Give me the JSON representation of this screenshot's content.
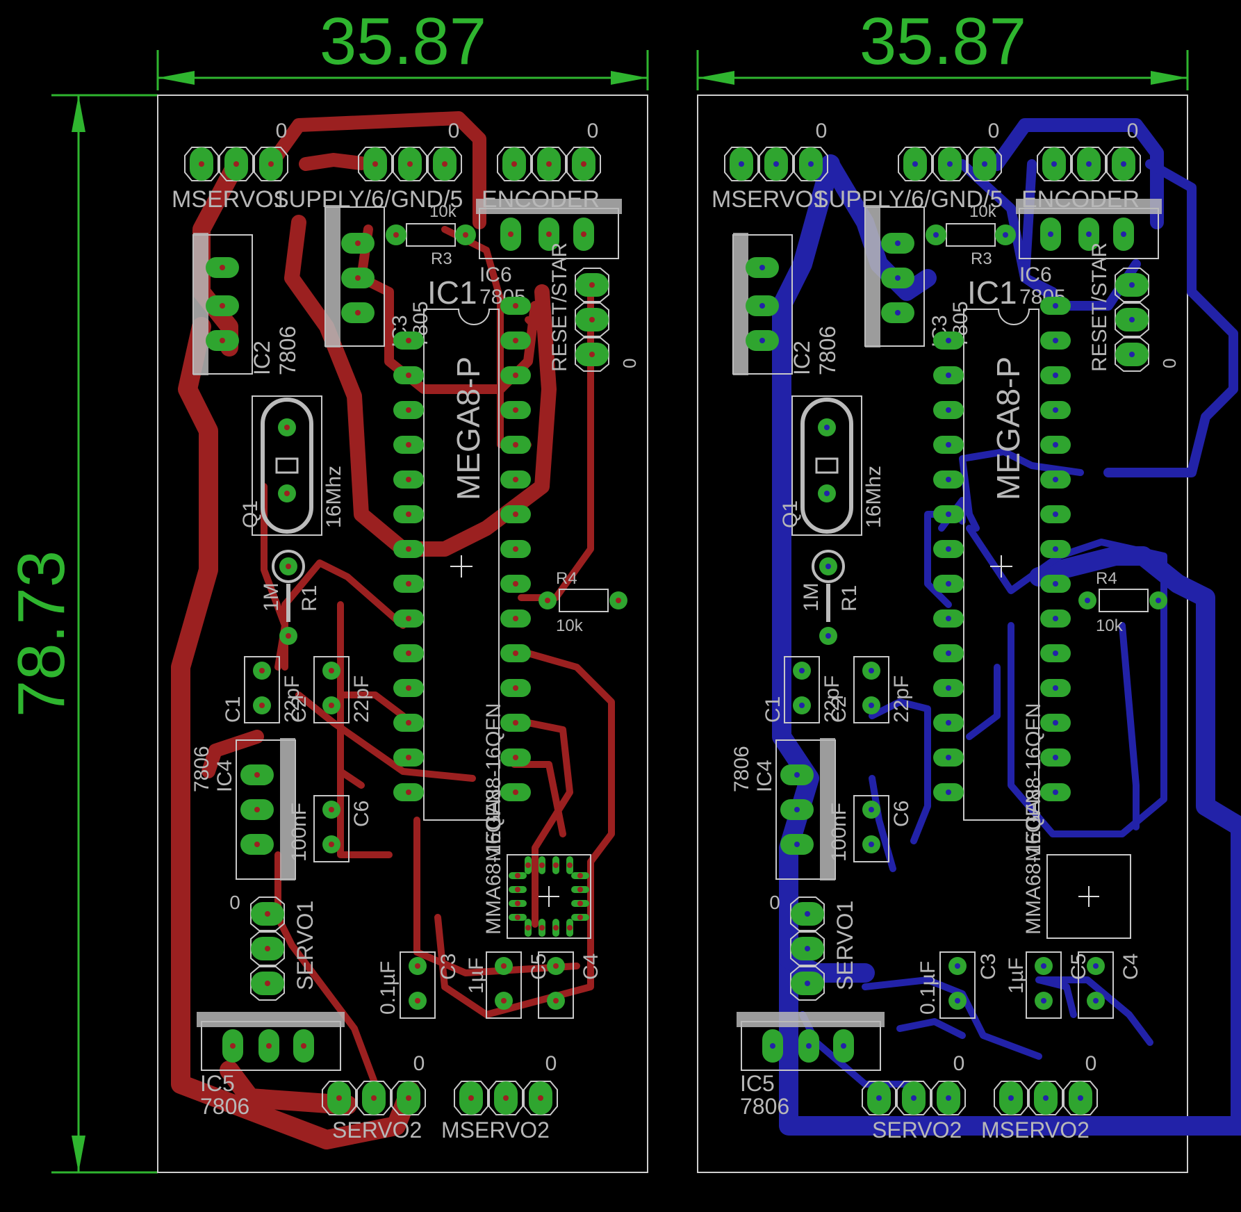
{
  "dimensions": {
    "width_label": "35.87",
    "height_label": "78.73"
  },
  "colors": {
    "background": "#000000",
    "dimension": "#2fb52f",
    "pad": "#2fa52f",
    "top_copper": "#9b2020",
    "bottom_copper": "#2222a8",
    "silkscreen": "#b8b8b8",
    "outline": "#cfcfcf"
  },
  "views": [
    {
      "name": "top-layer",
      "copper": "top"
    },
    {
      "name": "bottom-layer",
      "copper": "bottom"
    }
  ],
  "labels": {
    "mservo1": "MSERVO1",
    "supply": "SUPPLY/6/GND/5",
    "encoder": "ENCODER",
    "r3_value": "10k",
    "r3": "R3",
    "ic6": "IC6",
    "ic6_part": "7805",
    "ic1": "IC1",
    "ic3": "IC3",
    "ic3_part": "7805",
    "ic2": "IC2",
    "ic2_part": "7806",
    "mega": "MEGA8-P",
    "reset": "RESET/STAR",
    "q1": "Q1",
    "q1_value": "16Mhz",
    "r1_value": "1M",
    "r1": "R1",
    "r4": "R4",
    "r4_value": "10k",
    "c1": "C1",
    "c1_value": "22pF",
    "c2": "C2",
    "c2_value": "22pF",
    "ic4_part": "7806",
    "ic4": "IC4",
    "c6_value": "100nF",
    "c6": "C6",
    "mega16": "MEGA88-16QFN",
    "mma": "MMA68-16QFN",
    "servo1": "SERVO1",
    "c3_value": "0.1µF",
    "c3": "C3",
    "c5_value": "1µF",
    "c5": "C5",
    "c4": "C4",
    "ic5": "IC5",
    "ic5_part": "7806",
    "servo2": "SERVO2",
    "mservo2": "MSERVO2",
    "zero": "0"
  }
}
